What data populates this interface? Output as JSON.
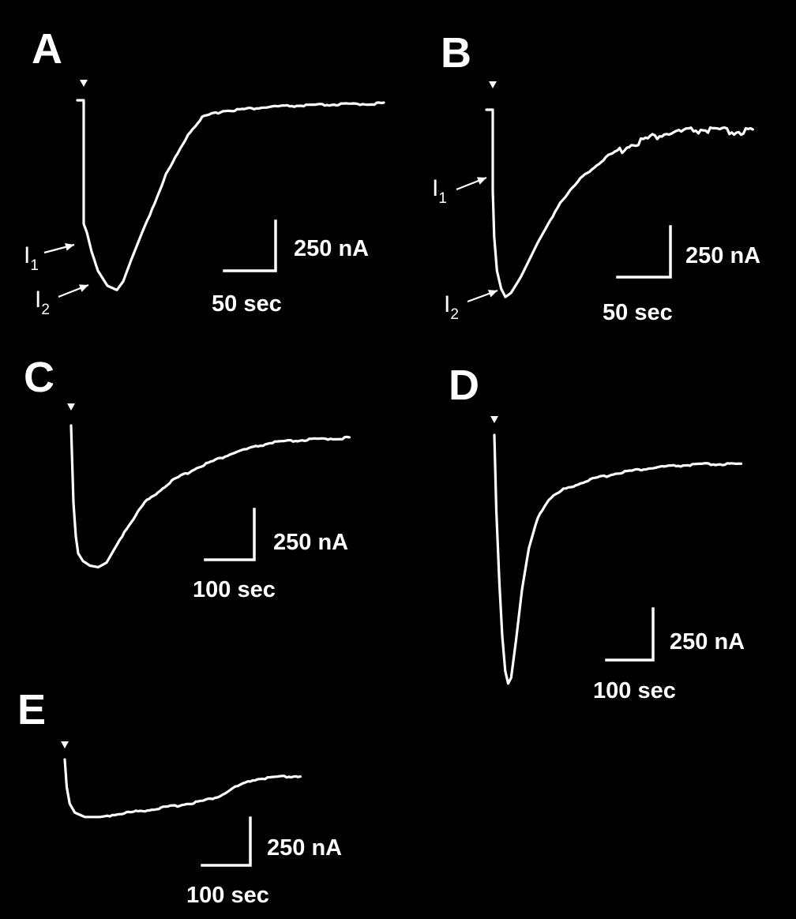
{
  "chart_data": [
    {
      "type": "line",
      "panel": "A",
      "points": [
        [
          0,
          0
        ],
        [
          0,
          -58
        ],
        [
          2,
          -62
        ],
        [
          5,
          -71
        ],
        [
          9,
          -80
        ],
        [
          15,
          -87
        ],
        [
          21,
          -89
        ],
        [
          25,
          -85
        ],
        [
          30,
          -75
        ],
        [
          37,
          -62
        ],
        [
          45,
          -48
        ],
        [
          52,
          -35
        ],
        [
          58,
          -27
        ],
        [
          66,
          -16
        ],
        [
          75,
          -8
        ],
        [
          88,
          -5
        ],
        [
          120,
          -3
        ],
        [
          160,
          -2
        ],
        [
          190,
          -1.5
        ]
      ],
      "scale_bar": {
        "y_label": "250 nA",
        "x_label": "50 sec"
      },
      "annotations": [
        {
          "base": "I",
          "sub": "1"
        },
        {
          "base": "I",
          "sub": "2"
        }
      ]
    },
    {
      "type": "line",
      "panel": "B",
      "points": [
        [
          0,
          0
        ],
        [
          0,
          -40
        ],
        [
          1,
          -63
        ],
        [
          3,
          -80
        ],
        [
          6,
          -89
        ],
        [
          9,
          -93
        ],
        [
          13,
          -91
        ],
        [
          20,
          -83
        ],
        [
          32,
          -66
        ],
        [
          48,
          -46
        ],
        [
          64,
          -33
        ],
        [
          82,
          -23
        ],
        [
          102,
          -16
        ],
        [
          122,
          -12
        ],
        [
          148,
          -10
        ],
        [
          170,
          -11
        ],
        [
          185,
          -11
        ]
      ],
      "scale_bar": {
        "y_label": "250 nA",
        "x_label": "50 sec"
      },
      "annotations": [
        {
          "base": "I",
          "sub": "1"
        },
        {
          "base": "I",
          "sub": "2"
        }
      ]
    },
    {
      "type": "line",
      "panel": "C",
      "points": [
        [
          0,
          0
        ],
        [
          2,
          -50
        ],
        [
          4,
          -72
        ],
        [
          6,
          -83
        ],
        [
          10,
          -88
        ],
        [
          16,
          -91
        ],
        [
          23,
          -92
        ],
        [
          30,
          -89
        ],
        [
          45,
          -69
        ],
        [
          62,
          -50
        ],
        [
          85,
          -36
        ],
        [
          110,
          -26
        ],
        [
          140,
          -17
        ],
        [
          170,
          -11
        ],
        [
          205,
          -9
        ],
        [
          235,
          -8
        ]
      ],
      "scale_bar": {
        "y_label": "250 nA",
        "x_label": "100 sec"
      }
    },
    {
      "type": "line",
      "panel": "D",
      "points": [
        [
          0,
          0
        ],
        [
          2,
          -90
        ],
        [
          5,
          -175
        ],
        [
          8,
          -240
        ],
        [
          11,
          -282
        ],
        [
          14,
          -297
        ],
        [
          17,
          -290
        ],
        [
          22,
          -245
        ],
        [
          28,
          -185
        ],
        [
          35,
          -135
        ],
        [
          44,
          -98
        ],
        [
          55,
          -77
        ],
        [
          70,
          -65
        ],
        [
          95,
          -54
        ],
        [
          130,
          -44
        ],
        [
          170,
          -38
        ],
        [
          210,
          -35
        ],
        [
          250,
          -35
        ]
      ],
      "scale_bar": {
        "y_label": "250 nA",
        "x_label": "100 sec"
      }
    },
    {
      "type": "line",
      "panel": "E",
      "points": [
        [
          0,
          0
        ],
        [
          2,
          -25
        ],
        [
          5,
          -40
        ],
        [
          10,
          -48
        ],
        [
          20,
          -52
        ],
        [
          35,
          -52
        ],
        [
          55,
          -49
        ],
        [
          80,
          -46
        ],
        [
          110,
          -42
        ],
        [
          140,
          -37
        ],
        [
          155,
          -33
        ],
        [
          170,
          -25
        ],
        [
          190,
          -18
        ],
        [
          212,
          -16
        ],
        [
          235,
          -15
        ]
      ],
      "scale_bar": {
        "y_label": "250 nA",
        "x_label": "100 sec"
      }
    }
  ]
}
